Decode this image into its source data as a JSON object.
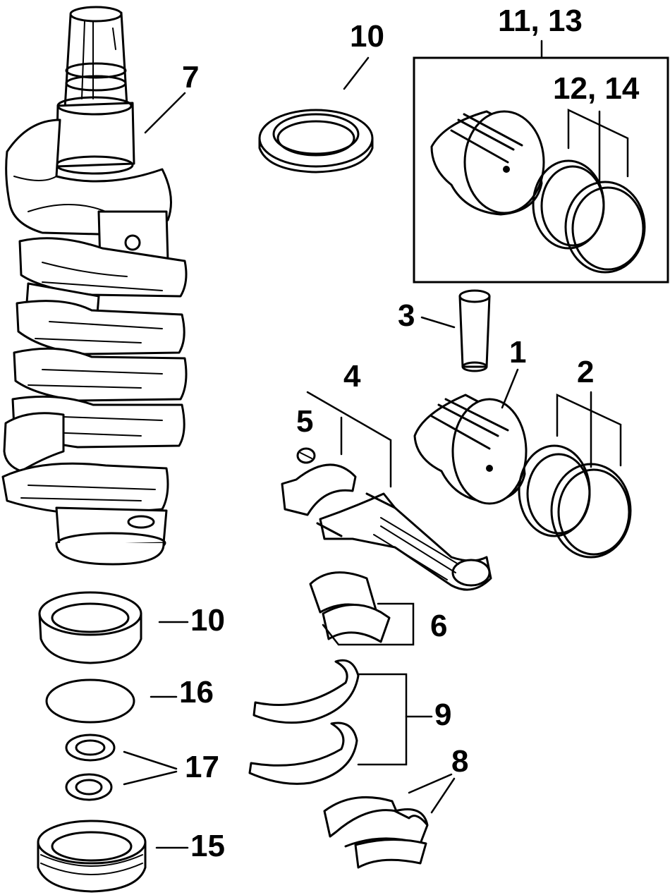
{
  "labels": {
    "l1": "1",
    "l2": "2",
    "l3": "3",
    "l4": "4",
    "l5": "5",
    "l6": "6",
    "l7": "7",
    "l8": "8",
    "l9": "9",
    "l10_top": "10",
    "l10_left": "10",
    "l11_13": "11, 13",
    "l12_14": "12, 14",
    "l15": "15",
    "l16": "16",
    "l17": "17"
  }
}
